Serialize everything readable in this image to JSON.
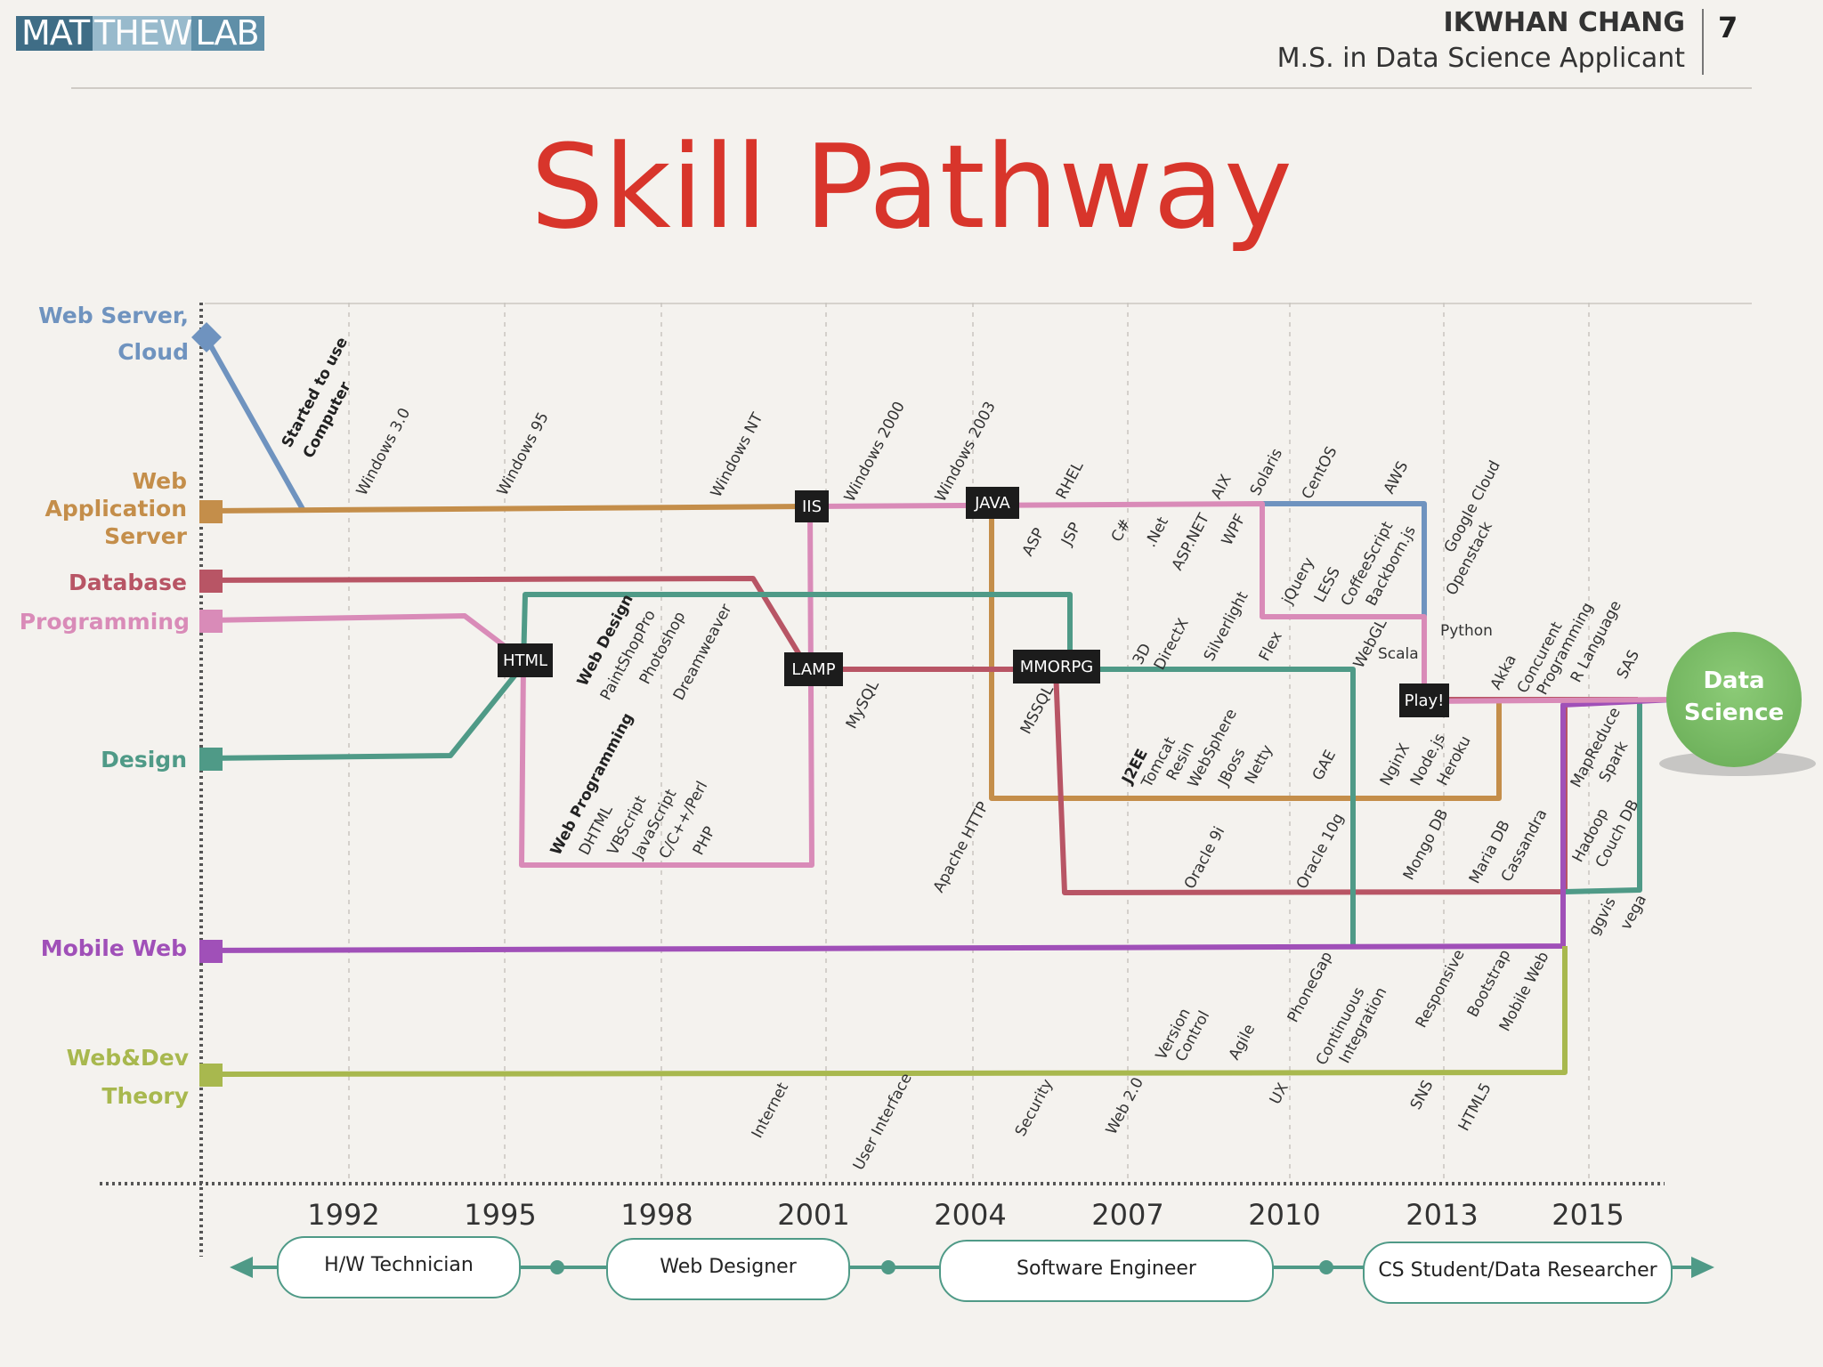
{
  "logo": {
    "part1": "MAT",
    "part2": "THEW",
    "part3": "LAB"
  },
  "header": {
    "name": "IKWHAN CHANG",
    "subtitle": "M.S. in Data Science  Applicant",
    "page_number": "7"
  },
  "title": "Skill Pathway",
  "colors": {
    "title": "#d8352b",
    "cloud": "#6f93bf",
    "webapp": "#c48e4a",
    "database": "#b85565",
    "programming": "#d98bb8",
    "design": "#4f9a87",
    "mobile": "#a050b8",
    "theory": "#a8b84e",
    "data_science": "#7dbb68"
  },
  "categories": {
    "cloud": "Web Server, Cloud",
    "webapp": "Web Application Server",
    "database": "Database",
    "programming": "Programming",
    "design": "Design",
    "mobile": "Mobile Web",
    "theory": "Web&Dev Theory"
  },
  "years": [
    "1992",
    "1995",
    "1998",
    "2001",
    "2004",
    "2007",
    "2010",
    "2013",
    "2015"
  ],
  "nodes": {
    "iis": "IIS",
    "java": "JAVA",
    "html": "HTML",
    "lamp": "LAMP",
    "mmorpg": "MMORPG",
    "play": "Play!"
  },
  "destination": "Data Science",
  "roles": [
    "H/W Technician",
    "Web Designer",
    "Software Engineer",
    "CS Student/Data Researcher"
  ],
  "skills": {
    "started": "Started to use Computer",
    "win30": "Windows 3.0",
    "win95": "Windows 95",
    "winnt": "Windows NT",
    "win2000": "Windows 2000",
    "win2003": "Windows 2003",
    "rhel": "RHEL",
    "aix": "AIX",
    "solaris": "Solaris",
    "centos": "CentOS",
    "aws": "AWS",
    "gcloud": "Google Cloud",
    "openstack": "Openstack",
    "asp": "ASP",
    "jsp": "JSP",
    "csharp": "C#",
    "dotnet": ".Net",
    "aspnet": "ASP.NET",
    "wpf": "WPF",
    "jquery": "jQuery",
    "less": "LESS",
    "coffee": "CoffeeScript",
    "backbone": "Backborn.js",
    "python": "Python",
    "scala": "Scala",
    "webgl": "WebGL",
    "flex": "Flex",
    "silverlight": "Silverlight",
    "directx": "3D DirectX",
    "webdesign": "Web Design",
    "paintshop": "PaintShopPro",
    "photoshop": "Photoshop",
    "dreamweaver": "Dreamweaver",
    "mysql": "MySQL",
    "mssql": "MSSQL",
    "webprog": "Web Programming",
    "dhtml": "DHTML",
    "vbscript": "VBScript",
    "javascript": "JavaScript",
    "cperl": "C/C++/Perl",
    "php": "PHP",
    "j2ee": "J2EE",
    "tomcat": "Tomcat",
    "resin": "Resin",
    "websphere": "WebSphere",
    "jboss": "JBoss",
    "netty": "Netty",
    "gae": "GAE",
    "nginx": "NginX",
    "nodejs": "Node.js",
    "heroku": "Heroku",
    "akka": "Akka",
    "concurrent": "Concurent Programming",
    "rlang": "R Language",
    "sas": "SAS",
    "mapreduce": "MapReduce",
    "spark": "Spark",
    "hadoop": "Hadoop",
    "couchdb": "Couch DB",
    "ggvis": "ggvis",
    "vega": "vega",
    "apache": "Apache HTTP",
    "oracle9i": "Oracle 9i",
    "oracle10g": "Oracle 10g",
    "mongodb": "Mongo DB",
    "mariadb": "Maria DB",
    "cassandra": "Cassandra",
    "version": "Version Control",
    "agile": "Agile",
    "phonegap": "PhoneGap",
    "ci": "Continuous Integration",
    "responsive": "Responsive",
    "bootstrap": "Bootstrap",
    "mobileweb": "Mobile Web",
    "internet": "Internet",
    "ui": "User Interface",
    "security": "Security",
    "web20": "Web 2.0",
    "ux": "UX",
    "sns": "SNS",
    "html5": "HTML5"
  }
}
